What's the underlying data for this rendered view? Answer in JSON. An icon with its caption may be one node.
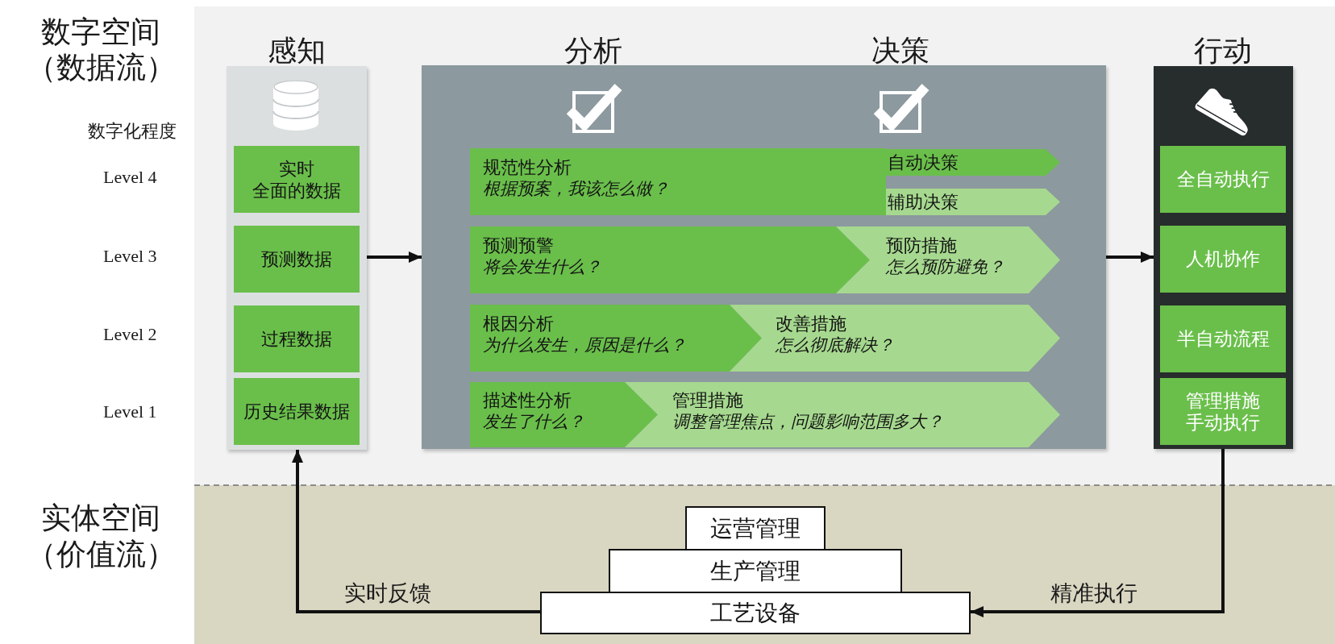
{
  "diagram": {
    "nodes": [
      {
        "text": [
          "感知"
        ]
      },
      {
        "text": [
          "实时",
          "全面的数据"
        ],
        "in": 0
      },
      {
        "text": [
          "预测数据"
        ],
        "in": 0
      },
      {
        "text": [
          "过程数据"
        ],
        "in": 0
      },
      {
        "text": [
          "历史结果数据"
        ],
        "in": 0
      },
      {
        "text": [
          "分析",
          "决策"
        ]
      },
      {
        "text": [
          "规范性分析",
          "根据预案，我该怎么做？"
        ],
        "in": 5
      },
      {
        "text": [
          "自动决策"
        ],
        "in": 5
      },
      {
        "text": [
          "辅助决策"
        ],
        "in": 5
      },
      {
        "text": [
          "预测预警",
          "将会发生什么？"
        ],
        "in": 5
      },
      {
        "text": [
          "预防措施",
          "怎么预防避免？"
        ],
        "in": 5
      },
      {
        "text": [
          "根因分析",
          "为什么发生，原因是什么？"
        ],
        "in": 5
      },
      {
        "text": [
          "改善措施",
          "怎么彻底解决？"
        ],
        "in": 5
      },
      {
        "text": [
          "描述性分析",
          "发生了什么？"
        ],
        "in": 5
      },
      {
        "text": [
          "管理措施",
          "调整管理焦点，问题影响范围多大？"
        ],
        "in": 5
      },
      {
        "text": [
          "行动"
        ]
      },
      {
        "text": [
          "全自动执行"
        ],
        "in": 15
      },
      {
        "text": [
          "人机协作"
        ],
        "in": 15
      },
      {
        "text": [
          "半自动流程"
        ],
        "in": 15
      },
      {
        "text": [
          "管理措施手动执行"
        ],
        "in": 15
      },
      {
        "text": [
          "运营管理"
        ]
      },
      {
        "text": [
          "生产管理"
        ]
      },
      {
        "text": [
          "工艺设备"
        ]
      }
    ],
    "edges": [
      {
        "from": 0,
        "to": 5,
        "arrow": "to"
      },
      {
        "from": 5,
        "to": 15,
        "arrow": "to"
      },
      {
        "from": 15,
        "to": 22,
        "arrow": "to",
        "label": "精准执行"
      },
      {
        "from": 22,
        "to": 0,
        "arrow": "to",
        "label": "实时反馈"
      }
    ],
    "labels": [
      "数字空间（数据流）",
      "数字化程度",
      "Level 4",
      "Level 3",
      "Level 2",
      "Level 1",
      "实体空间（价值流）"
    ]
  }
}
